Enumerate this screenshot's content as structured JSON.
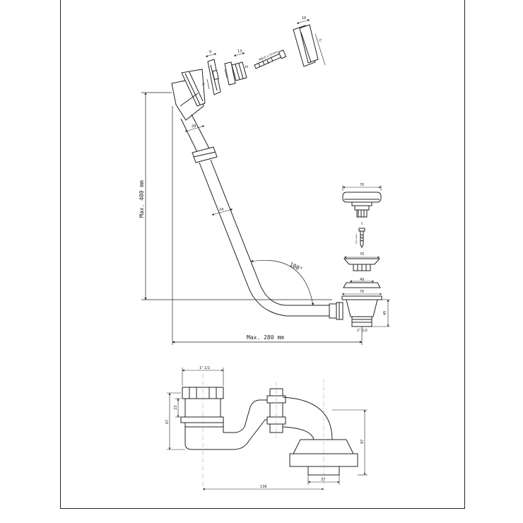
{
  "drawing": {
    "labels": {
      "max_height": "Max. 400 mm",
      "max_length": "Max. 280 mm",
      "angle": "108°",
      "overflow_ext_thickness": "16",
      "overflow_ext_dim": "72",
      "overflow_spacer_thickness": "9",
      "overflow_flange_thickness": "13",
      "overflow_flange_dim": "26",
      "overflow_plate_dim": "72",
      "screw_spec": "M6x5 x 57mm",
      "overflow_pipe_dia": "28",
      "drain_pipe_dia": "24",
      "plug_top_dia": "70",
      "grate_dia": "70",
      "gasket_dia": "49",
      "body_flange_dia": "70",
      "body_height": "45",
      "thread_size": "1\" 1/2",
      "screw_label": "Schraube",
      "trap_thread": "1\" 1/2",
      "trap_upper_height": "23",
      "trap_total_height": "67",
      "trap_width": "136",
      "trap_outlet_height": "97",
      "trap_outlet_dia": "37"
    }
  }
}
